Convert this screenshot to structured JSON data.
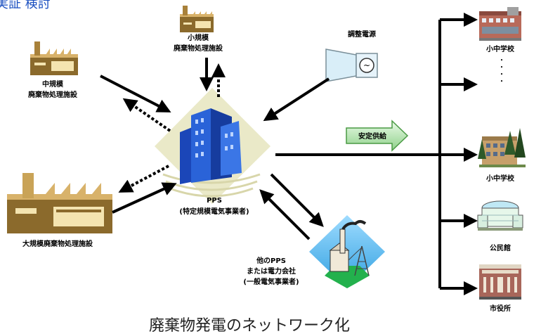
{
  "header_partial": "実証 検討",
  "caption": "廃棄物発電のネットワーク化",
  "pps": {
    "name": "PPS",
    "full": "(特定規模電気事業者)"
  },
  "sources": {
    "small": {
      "line1": "小規模",
      "line2": "廃棄物処理施設"
    },
    "medium": {
      "line1": "中規模",
      "line2": "廃棄物処理施設"
    },
    "large": {
      "line1": "大規模廃棄物処理施設"
    }
  },
  "regulator": {
    "label": "調整電源"
  },
  "supply": {
    "label": "安定供給"
  },
  "other_pps": {
    "line1": "他のPPS",
    "line2": "または電力会社",
    "line3": "(一般電気事業者)"
  },
  "consumers": [
    {
      "label": "小中学校"
    },
    {
      "label": "小中学校"
    },
    {
      "label": "公民館"
    },
    {
      "label": "市役所"
    }
  ],
  "ellipsis": "・・・・"
}
